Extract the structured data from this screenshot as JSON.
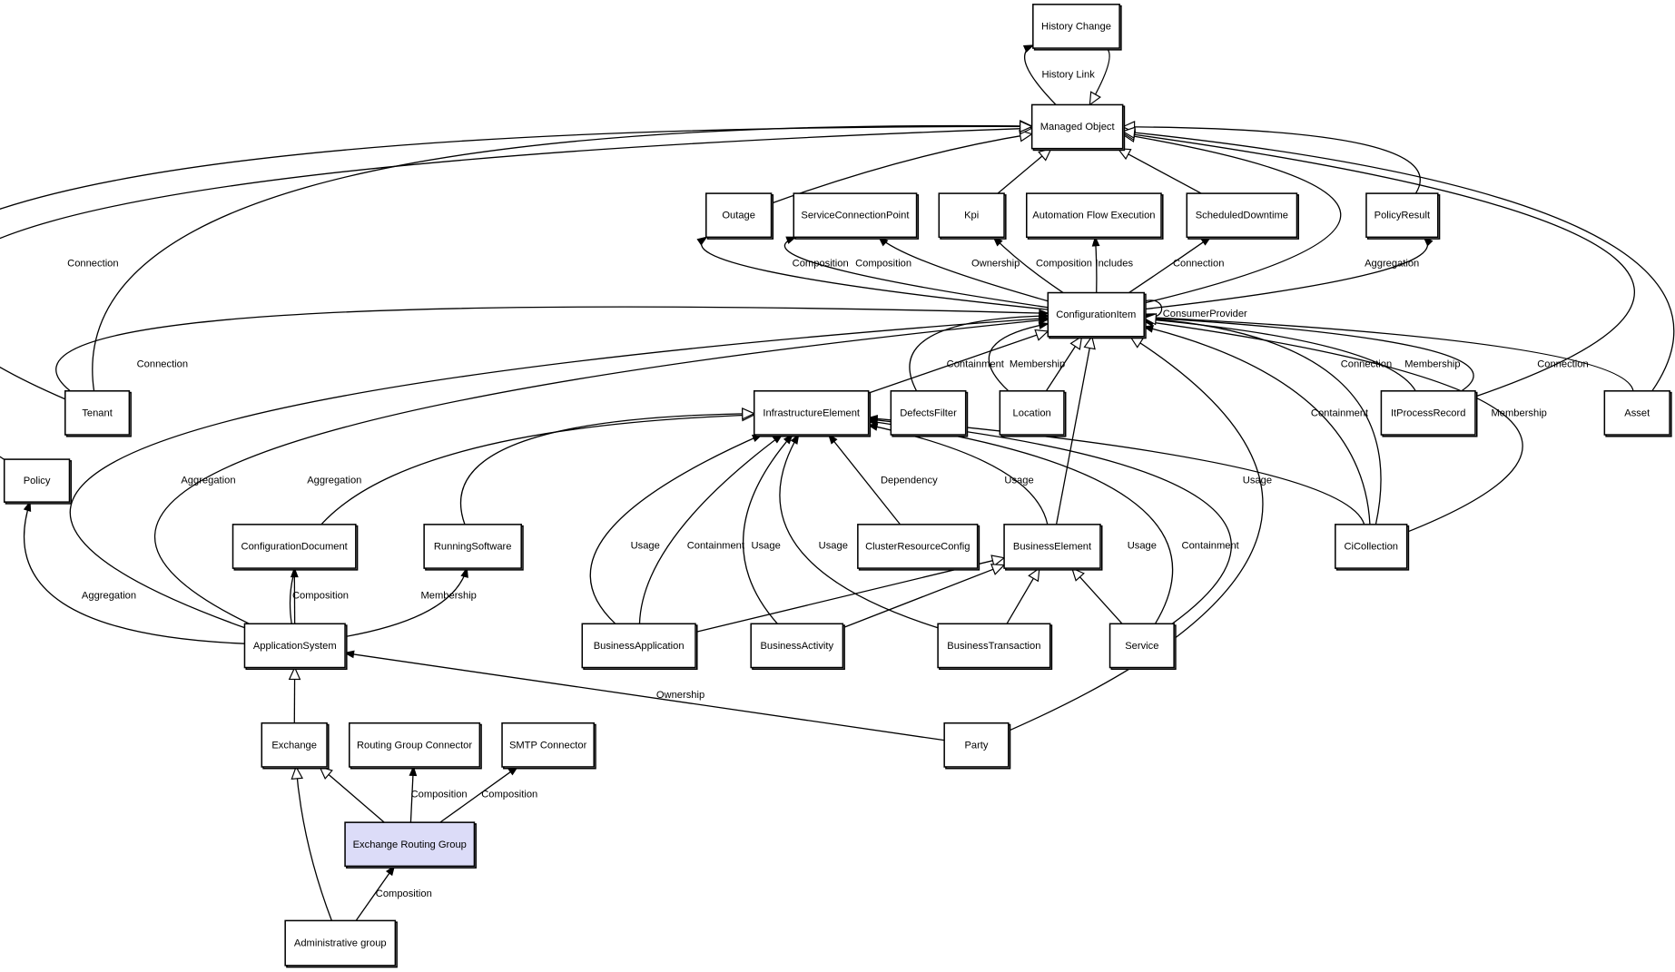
{
  "diagram": {
    "highlight_color": "#dcdcf8",
    "nodes": [
      {
        "id": "history_change",
        "label": "History Change"
      },
      {
        "id": "managed_object",
        "label": "Managed Object"
      },
      {
        "id": "outage",
        "label": "Outage"
      },
      {
        "id": "service_connection_point",
        "label": "ServiceConnectionPoint"
      },
      {
        "id": "kpi",
        "label": "Kpi"
      },
      {
        "id": "automation_flow_execution",
        "label": "Automation Flow Execution"
      },
      {
        "id": "scheduled_downtime",
        "label": "ScheduledDowntime"
      },
      {
        "id": "policy_result",
        "label": "PolicyResult"
      },
      {
        "id": "configuration_item",
        "label": "ConfigurationItem"
      },
      {
        "id": "tenant",
        "label": "Tenant"
      },
      {
        "id": "infrastructure_element",
        "label": "InfrastructureElement"
      },
      {
        "id": "defects_filter",
        "label": "DefectsFilter"
      },
      {
        "id": "location",
        "label": "Location"
      },
      {
        "id": "it_process_record",
        "label": "ItProcessRecord"
      },
      {
        "id": "asset",
        "label": "Asset"
      },
      {
        "id": "policy",
        "label": "Policy"
      },
      {
        "id": "configuration_document",
        "label": "ConfigurationDocument"
      },
      {
        "id": "running_software",
        "label": "RunningSoftware"
      },
      {
        "id": "cluster_resource_config",
        "label": "ClusterResourceConfig"
      },
      {
        "id": "business_element",
        "label": "BusinessElement"
      },
      {
        "id": "ci_collection",
        "label": "CiCollection"
      },
      {
        "id": "application_system",
        "label": "ApplicationSystem"
      },
      {
        "id": "business_application",
        "label": "BusinessApplication"
      },
      {
        "id": "business_activity",
        "label": "BusinessActivity"
      },
      {
        "id": "business_transaction",
        "label": "BusinessTransaction"
      },
      {
        "id": "service",
        "label": "Service"
      },
      {
        "id": "exchange",
        "label": "Exchange"
      },
      {
        "id": "routing_group_connector",
        "label": "Routing Group Connector"
      },
      {
        "id": "smtp_connector",
        "label": "SMTP Connector"
      },
      {
        "id": "exchange_routing_group",
        "label": "Exchange Routing Group",
        "highlighted": true
      },
      {
        "id": "administrative_group",
        "label": "Administrative group"
      },
      {
        "id": "party",
        "label": "Party"
      }
    ],
    "edges": [
      {
        "from": "managed_object",
        "to": "history_change",
        "kind": "association",
        "label": "History Link"
      },
      {
        "from": "history_change",
        "to": "managed_object",
        "kind": "generalization",
        "label": ""
      },
      {
        "from": "outage",
        "to": "managed_object",
        "kind": "generalization",
        "label": ""
      },
      {
        "from": "kpi",
        "to": "managed_object",
        "kind": "generalization",
        "label": ""
      },
      {
        "from": "scheduled_downtime",
        "to": "managed_object",
        "kind": "generalization",
        "label": ""
      },
      {
        "from": "configuration_item",
        "to": "managed_object",
        "kind": "generalization",
        "label": ""
      },
      {
        "from": "policy_result",
        "to": "managed_object",
        "kind": "generalization",
        "label": ""
      },
      {
        "from": "it_process_record",
        "to": "managed_object",
        "kind": "generalization",
        "label": ""
      },
      {
        "from": "asset",
        "to": "managed_object",
        "kind": "generalization",
        "label": ""
      },
      {
        "from": "tenant",
        "to": "managed_object",
        "kind": "generalization",
        "label": ""
      },
      {
        "from": "tenant",
        "to": "managed_object",
        "kind": "generalization",
        "label": "Connection"
      },
      {
        "from": "policy",
        "to": "managed_object",
        "kind": "generalization",
        "label": ""
      },
      {
        "from": "configuration_item",
        "to": "outage",
        "kind": "association",
        "label": "Composition"
      },
      {
        "from": "configuration_item",
        "to": "service_connection_point",
        "kind": "association",
        "label": "Composition"
      },
      {
        "from": "configuration_item",
        "to": "service_connection_point",
        "kind": "association",
        "label": "Ownership"
      },
      {
        "from": "configuration_item",
        "to": "kpi",
        "kind": "association",
        "label": "Composition"
      },
      {
        "from": "configuration_item",
        "to": "automation_flow_execution",
        "kind": "association",
        "label": "Includes"
      },
      {
        "from": "configuration_item",
        "to": "scheduled_downtime",
        "kind": "association",
        "label": "Connection"
      },
      {
        "from": "configuration_item",
        "to": "policy_result",
        "kind": "association",
        "label": "Aggregation"
      },
      {
        "from": "configuration_item",
        "to": "configuration_item",
        "kind": "association",
        "label": "ConsumerProvider"
      },
      {
        "from": "tenant",
        "to": "configuration_item",
        "kind": "association",
        "label": "Connection"
      },
      {
        "from": "infrastructure_element",
        "to": "configuration_item",
        "kind": "generalization",
        "label": ""
      },
      {
        "from": "defects_filter",
        "to": "configuration_item",
        "kind": "association",
        "label": "Containment"
      },
      {
        "from": "location",
        "to": "configuration_item",
        "kind": "association",
        "label": "Membership"
      },
      {
        "from": "location",
        "to": "configuration_item",
        "kind": "generalization",
        "label": ""
      },
      {
        "from": "business_element",
        "to": "configuration_item",
        "kind": "generalization",
        "label": ""
      },
      {
        "from": "party",
        "to": "configuration_item",
        "kind": "generalization",
        "label": ""
      },
      {
        "from": "it_process_record",
        "to": "configuration_item",
        "kind": "association",
        "label": "Connection"
      },
      {
        "from": "it_process_record",
        "to": "configuration_item",
        "kind": "association",
        "label": "Membership"
      },
      {
        "from": "asset",
        "to": "configuration_item",
        "kind": "association",
        "label": "Connection"
      },
      {
        "from": "ci_collection",
        "to": "configuration_item",
        "kind": "association",
        "label": "Containment"
      },
      {
        "from": "ci_collection",
        "to": "configuration_item",
        "kind": "association",
        "label": "Membership"
      },
      {
        "from": "ci_collection",
        "to": "configuration_item",
        "kind": "generalization",
        "label": ""
      },
      {
        "from": "application_system",
        "to": "configuration_item",
        "kind": "association",
        "label": "Aggregation"
      },
      {
        "from": "application_system",
        "to": "configuration_item",
        "kind": "association",
        "label": "Aggregation"
      },
      {
        "from": "application_system",
        "to": "infrastructure_element",
        "kind": "generalization",
        "label": ""
      },
      {
        "from": "running_software",
        "to": "infrastructure_element",
        "kind": "generalization",
        "label": ""
      },
      {
        "from": "application_system",
        "to": "configuration_document",
        "kind": "association",
        "label": "Composition"
      },
      {
        "from": "application_system",
        "to": "running_software",
        "kind": "association",
        "label": "Membership"
      },
      {
        "from": "application_system",
        "to": "policy",
        "kind": "association",
        "label": "Aggregation"
      },
      {
        "from": "business_application",
        "to": "infrastructure_element",
        "kind": "association",
        "label": "Usage"
      },
      {
        "from": "business_application",
        "to": "infrastructure_element",
        "kind": "association",
        "label": "Containment"
      },
      {
        "from": "business_activity",
        "to": "infrastructure_element",
        "kind": "association",
        "label": "Usage"
      },
      {
        "from": "business_transaction",
        "to": "infrastructure_element",
        "kind": "association",
        "label": "Usage"
      },
      {
        "from": "cluster_resource_config",
        "to": "infrastructure_element",
        "kind": "association",
        "label": "Dependency"
      },
      {
        "from": "business_element",
        "to": "infrastructure_element",
        "kind": "association",
        "label": "Usage"
      },
      {
        "from": "service",
        "to": "infrastructure_element",
        "kind": "association",
        "label": "Usage"
      },
      {
        "from": "service",
        "to": "infrastructure_element",
        "kind": "association",
        "label": "Containment"
      },
      {
        "from": "ci_collection",
        "to": "infrastructure_element",
        "kind": "association",
        "label": "Usage"
      },
      {
        "from": "business_application",
        "to": "business_element",
        "kind": "generalization",
        "label": ""
      },
      {
        "from": "business_activity",
        "to": "business_element",
        "kind": "generalization",
        "label": ""
      },
      {
        "from": "business_transaction",
        "to": "business_element",
        "kind": "generalization",
        "label": ""
      },
      {
        "from": "service",
        "to": "business_element",
        "kind": "generalization",
        "label": ""
      },
      {
        "from": "party",
        "to": "application_system",
        "kind": "association",
        "label": "Ownership"
      },
      {
        "from": "exchange",
        "to": "application_system",
        "kind": "generalization",
        "label": ""
      },
      {
        "from": "exchange_routing_group",
        "to": "exchange",
        "kind": "generalization",
        "label": ""
      },
      {
        "from": "exchange_routing_group",
        "to": "routing_group_connector",
        "kind": "association",
        "label": "Composition"
      },
      {
        "from": "exchange_routing_group",
        "to": "smtp_connector",
        "kind": "association",
        "label": "Composition"
      },
      {
        "from": "administrative_group",
        "to": "exchange",
        "kind": "generalization",
        "label": ""
      },
      {
        "from": "administrative_group",
        "to": "exchange_routing_group",
        "kind": "association",
        "label": "Composition"
      }
    ]
  }
}
